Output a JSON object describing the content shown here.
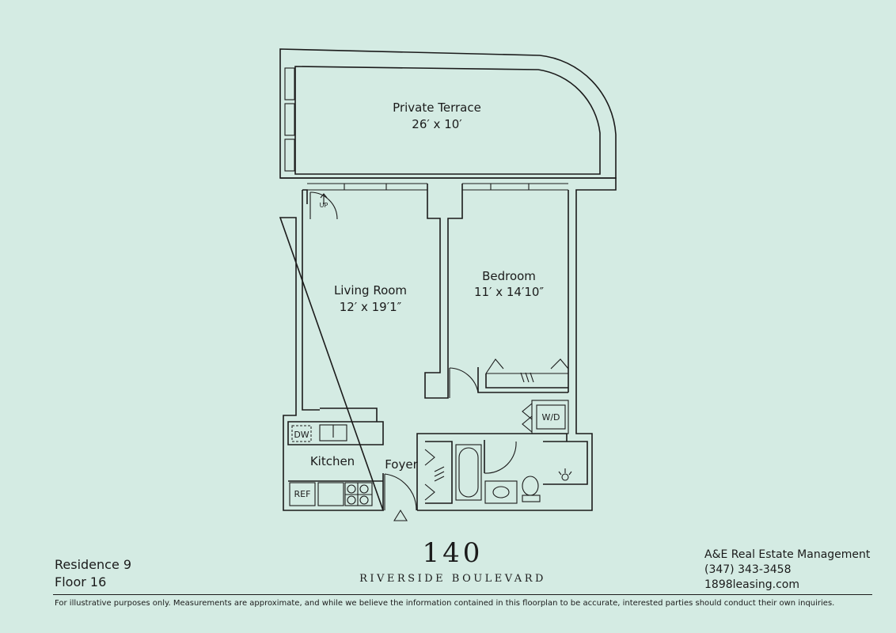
{
  "rooms": {
    "terrace": {
      "name": "Private Terrace",
      "dims": "26′ x 10′"
    },
    "living": {
      "name": "Living Room",
      "dims": "12′ x 19′1″"
    },
    "bedroom": {
      "name": "Bedroom",
      "dims": "11′ x 14′10″"
    },
    "kitchen": {
      "name": "Kitchen"
    },
    "foyer": {
      "name": "Foyer"
    }
  },
  "fixtures": {
    "up": "UP",
    "dishwasher": "DW",
    "refrigerator": "REF",
    "washer_dryer": "W/D"
  },
  "residence": {
    "unit": "Residence 9",
    "floor": "Floor 16"
  },
  "building": {
    "number": "140",
    "street": "RIVERSIDE BOULEVARD"
  },
  "contact": {
    "company": "A&E Real Estate Management",
    "phone": "(347) 343-3458",
    "website": "1898leasing.com"
  },
  "disclaimer": "For illustrative purposes only.  Measurements are approximate, and while we believe the information contained in this floorplan to be accurate, interested parties should conduct their own inquiries.",
  "colors": {
    "background": "#d4ebe3",
    "ink": "#1b1b1b"
  }
}
